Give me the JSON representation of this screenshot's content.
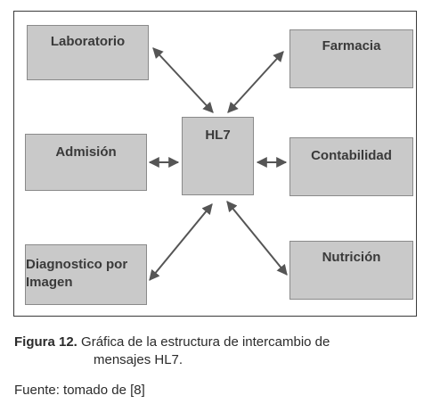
{
  "diagram": {
    "center": "HL7",
    "nodes": {
      "laboratorio": "Laboratorio",
      "farmacia": "Farmacia",
      "admision": "Admisión",
      "contabilidad": "Contabilidad",
      "diagnostico_line1": "Diagnostico por",
      "diagnostico_line2": "Imagen",
      "nutricion": "Nutrición"
    },
    "colors": {
      "box_fill": "#c9c9c9",
      "box_border": "#8a8a8a",
      "arrow": "#555555",
      "frame_border": "#3a3a3a"
    }
  },
  "caption": {
    "label": "Figura 12.",
    "text_line1": "Gráfica de la estructura de intercambio de",
    "text_line2": "mensajes HL7."
  },
  "source": "Fuente: tomado de [8]"
}
